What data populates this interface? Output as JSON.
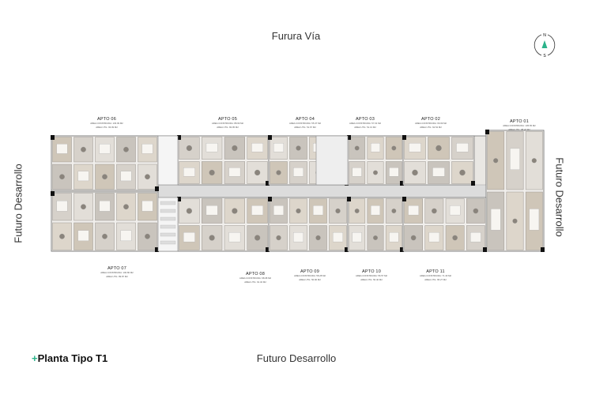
{
  "roads": {
    "top": "Furura Vía",
    "bottom": "Futuro Desarrollo",
    "left": "Futuro Desarrollo",
    "right": "Futuro Desarrollo"
  },
  "title_prefix": "+",
  "title": "Planta Tipo T1",
  "compass": {
    "north": "N",
    "south": "S",
    "accent": "#2bb38a"
  },
  "apartments": [
    {
      "name": "APTO 06",
      "built": "AREA CONSTRUIDA: 103.09 M2",
      "useful": "AREA UTIL: 93.09 M2"
    },
    {
      "name": "APTO 05",
      "built": "AREA CONSTRUIDA: 88.69 M2",
      "useful": "AREA UTIL: 82.95 M2"
    },
    {
      "name": "APTO 04",
      "built": "AREA CONSTRUIDA: 55.37 M2",
      "useful": "AREA UTIL: 51.67 M2"
    },
    {
      "name": "APTO 03",
      "built": "AREA CONSTRUIDA: 57.01 M2",
      "useful": "AREA UTIL: 51.13 M2"
    },
    {
      "name": "APTO 02",
      "built": "AREA CONSTRUIDA: 66.69 M2",
      "useful": "AREA UTIL: 62.54 M2"
    },
    {
      "name": "APTO 01",
      "built": "AREA CONSTRUIDA: 105.65 M2",
      "useful": "AREA UTIL: 98.47 M2"
    },
    {
      "name": "APTO 07",
      "built": "AREA CONSTRUIDA: 100.80 M2",
      "useful": "AREA UTIL: 89.87 M2"
    },
    {
      "name": "APTO 08",
      "built": "AREA CONSTRUIDA: 98.08 M2",
      "useful": "AREA UTIL: 91.32 M2"
    },
    {
      "name": "APTO 09",
      "built": "AREA CONSTRUIDA: 58.28 M2",
      "useful": "AREA UTIL: 50.90 M2"
    },
    {
      "name": "APTO 10",
      "built": "AREA CONSTRUIDA: 56.57 M2",
      "useful": "AREA UTIL: 50.40 M2"
    },
    {
      "name": "APTO 11",
      "built": "AREA CONSTRUIDA: 71.40 M2",
      "useful": "AREA UTIL: 65.27 M2"
    }
  ]
}
